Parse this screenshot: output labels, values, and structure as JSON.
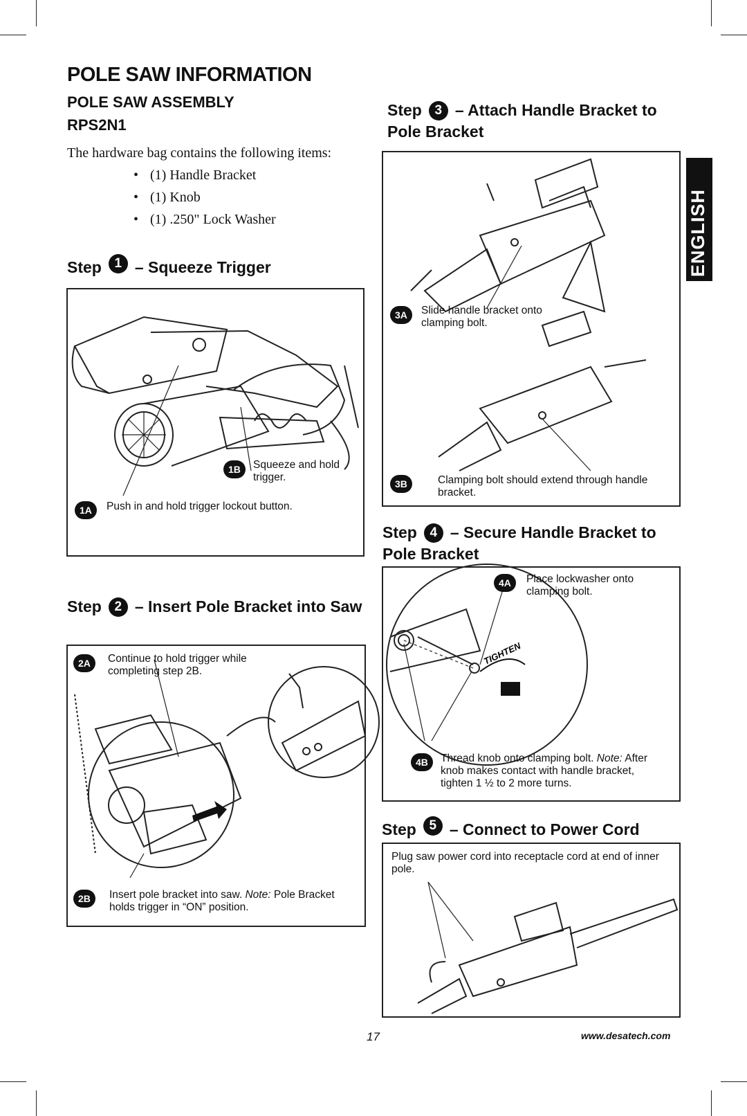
{
  "page": {
    "title": "POLE SAW INFORMATION",
    "section": "POLE SAW ASSEMBLY",
    "model": "RPS2N1",
    "language_tab": "ENGLISH",
    "page_number": "17",
    "website": "www.desatech.com"
  },
  "hardware": {
    "intro": "The hardware bag contains the following items:",
    "items": [
      "(1) Handle Bracket",
      "(1) Knob",
      "(1) .250\" Lock Washer"
    ]
  },
  "steps": [
    {
      "word": "Step",
      "number": "1",
      "title": "– Squeeze Trigger",
      "callouts": [
        {
          "badge": "1B",
          "text": "Squeeze and hold trigger."
        },
        {
          "badge": "1A",
          "text": "Push in and hold trigger lockout button."
        }
      ]
    },
    {
      "word": "Step",
      "number": "2",
      "title": "– Insert Pole Bracket into Saw",
      "callouts": [
        {
          "badge": "2A",
          "text": "Continue to hold trigger while completing step 2B."
        },
        {
          "badge": "2B",
          "text_main": "Insert pole bracket into saw.",
          "note_label": "Note:",
          "note_text": "Pole Bracket holds trigger in “ON” position."
        }
      ]
    },
    {
      "word": "Step",
      "number": "3",
      "title": "– Attach Handle Bracket to Pole Bracket",
      "callouts": [
        {
          "badge": "3A",
          "text": "Slide handle bracket onto clamping bolt."
        },
        {
          "badge": "3B",
          "text": "Clamping bolt should extend through handle bracket."
        }
      ]
    },
    {
      "word": "Step",
      "number": "4",
      "title": "– Secure Handle Bracket to Pole Bracket",
      "callouts": [
        {
          "badge": "4A",
          "text": "Place lockwasher onto clamping bolt."
        },
        {
          "badge": "4B",
          "text_main": "Thread knob onto clamping bolt.",
          "note_label": "Note:",
          "note_text": "After knob makes contact with handle bracket, tighten 1 ½ to 2 more turns."
        }
      ],
      "arrow_label": "TIGHTEN"
    },
    {
      "word": "Step",
      "number": "5",
      "title": "– Connect to Power Cord",
      "callouts": [
        {
          "text": "Plug saw power cord into receptacle cord at end of inner pole."
        }
      ]
    }
  ]
}
